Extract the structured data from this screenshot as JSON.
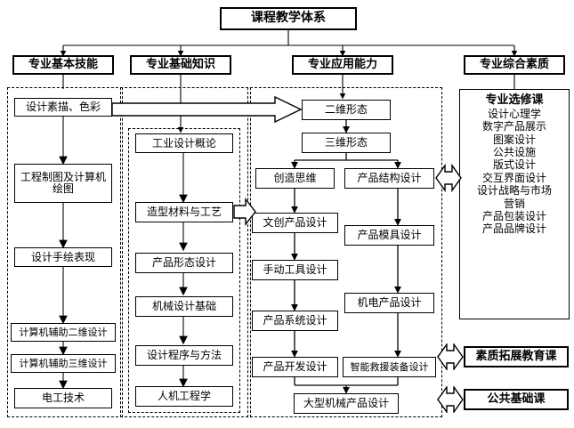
{
  "diagram": {
    "title": "课程教学体系",
    "headers": [
      {
        "label": "专业基本技能"
      },
      {
        "label": "专业基础知识"
      },
      {
        "label": "专业应用能力"
      },
      {
        "label": "专业综合素质"
      }
    ],
    "column1": [
      {
        "label": "设计素描、色彩"
      },
      {
        "label": "工程制图及计算机绘图"
      },
      {
        "label": "设计手绘表现"
      },
      {
        "label": "计算机辅助二维设计"
      },
      {
        "label": "计算机辅助三维设计"
      },
      {
        "label": "电工技术"
      }
    ],
    "column2": [
      {
        "label": "工业设计概论"
      },
      {
        "label": "造型材料与工艺"
      },
      {
        "label": "产品形态设计"
      },
      {
        "label": "机械设计基础"
      },
      {
        "label": "设计程序与方法"
      },
      {
        "label": "人机工程学"
      }
    ],
    "column3": [
      {
        "label": "二维形态"
      },
      {
        "label": "三维形态"
      },
      {
        "label": "创造思维"
      },
      {
        "label": "产品结构设计"
      },
      {
        "label": "文创产品设计"
      },
      {
        "label": "产品模具设计"
      },
      {
        "label": "手动工具设计"
      },
      {
        "label": "机电产品设计"
      },
      {
        "label": "产品系统设计"
      },
      {
        "label": "产品开发设计"
      },
      {
        "label": "智能救援装备设计"
      },
      {
        "label": "大型机械产品设计"
      }
    ],
    "column4": {
      "elective_title": "专业选修课",
      "elective_items": [
        "设计心理学",
        "数字产品展示",
        "图案设计",
        "公共设施",
        "版式设计",
        "交互界面设计",
        "设计战略与市场",
        "营销",
        "产品包装设计",
        "产品品牌设计"
      ],
      "quality_course": "素质拓展教育课",
      "public_course": "公共基础课"
    },
    "colors": {
      "line": "#000000",
      "background": "#ffffff",
      "text": "#000000"
    }
  }
}
